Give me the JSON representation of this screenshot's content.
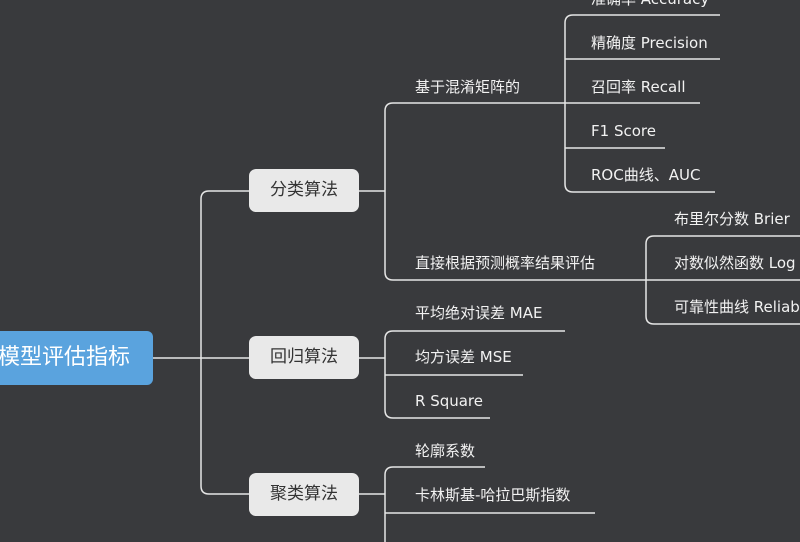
{
  "root": "模型评估指标",
  "categories": [
    {
      "label": "分类算法",
      "groups": [
        {
          "label": "基于混淆矩阵的",
          "items": [
            "准确率 Accuracy",
            "精确度 Precision",
            "召回率 Recall",
            "F1 Score",
            "ROC曲线、AUC"
          ]
        },
        {
          "label": "直接根据预测概率结果评估",
          "items": [
            "布里尔分数 Brier",
            "对数似然函数 Log",
            "可靠性曲线 Reliab"
          ]
        }
      ]
    },
    {
      "label": "回归算法",
      "items": [
        "平均绝对误差 MAE",
        "均方误差 MSE",
        "R Square"
      ]
    },
    {
      "label": "聚类算法",
      "items": [
        "轮廓系数",
        "卡林斯基-哈拉巴斯指数"
      ]
    }
  ],
  "colors": {
    "background": "#393a3d",
    "root_fill": "#5aa3de",
    "node_fill": "#e9e9e9",
    "line": "#e6e6e6"
  }
}
